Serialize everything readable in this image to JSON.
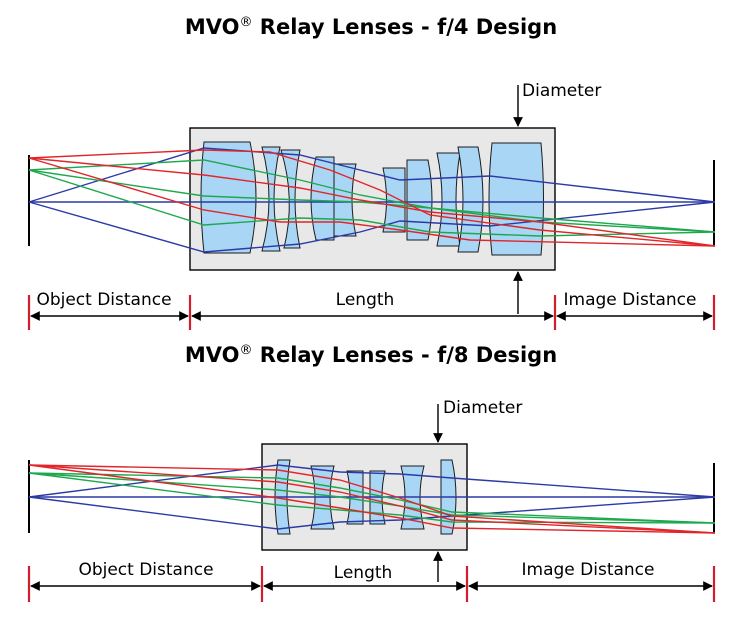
{
  "designs": [
    {
      "title_main": "MVO",
      "title_mark": "®",
      "title_rest": " Relay Lenses - f/4 Design",
      "diameter_label": "Diameter",
      "object_distance_label": "Object Distance",
      "length_label": "Length",
      "image_distance_label": "Image Distance"
    },
    {
      "title_main": "MVO",
      "title_mark": "®",
      "title_rest": " Relay Lenses - f/8 Design",
      "diameter_label": "Diameter",
      "object_distance_label": "Object Distance",
      "length_label": "Length",
      "image_distance_label": "Image Distance"
    }
  ],
  "colors": {
    "ray_blue": "#2b3aa6",
    "ray_green": "#1ea84e",
    "ray_red": "#e0262a",
    "lens_fill": "#a9d6f5",
    "housing_fill": "#e8e8e8",
    "dimension_tick": "#d01f2a"
  }
}
